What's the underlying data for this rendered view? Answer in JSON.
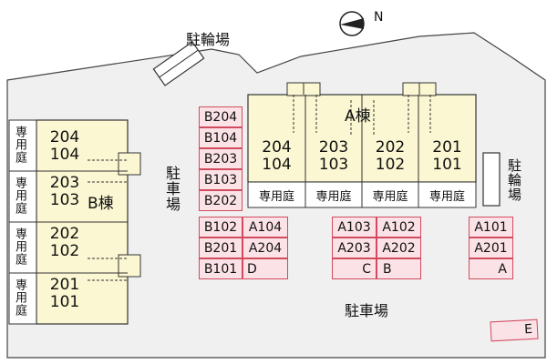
{
  "compass": {
    "label": "N"
  },
  "labels": {
    "bicycle_top": "駐輪場",
    "bicycle_right": "駐輪場",
    "parking_left": "駐車場",
    "parking_bottom": "駐車場"
  },
  "building_a": {
    "name": "A棟",
    "units": [
      "204\n104",
      "203\n103",
      "202\n102",
      "201\n101"
    ],
    "gardens": [
      "専用庭",
      "専用庭",
      "専用庭",
      "専用庭"
    ]
  },
  "building_b": {
    "name": "B棟",
    "units": [
      "204\n104",
      "203\n103",
      "202\n102",
      "201\n101"
    ],
    "gardens": [
      "専用庭",
      "専用庭",
      "専用庭",
      "専用庭"
    ]
  },
  "parking": {
    "col_b": [
      "B204",
      "B104",
      "B203",
      "B103",
      "B202",
      "B102",
      "B201",
      "B101"
    ],
    "col_a1": [
      "A104",
      "A204",
      "D"
    ],
    "group_mid_left": [
      "A103",
      "A203",
      "C"
    ],
    "group_mid_right": [
      "A102",
      "A202",
      "B"
    ],
    "group_right": [
      "A101",
      "A201",
      "A"
    ],
    "extra": "E"
  },
  "colors": {
    "ground": "#f0f0f0",
    "building": "#fbf7d2",
    "parking_fill": "#fbe2e6",
    "parking_border": "#d24a5e",
    "line": "#333333"
  }
}
